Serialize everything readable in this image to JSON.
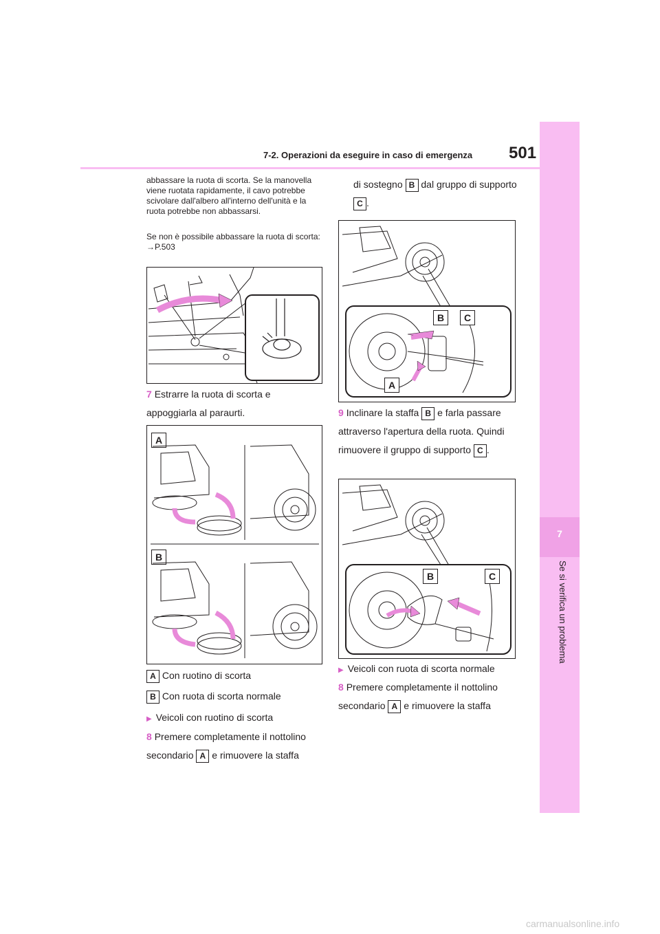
{
  "header": {
    "page_number": "501",
    "section": "7-2. Operazioni da eseguire in caso di emergenza"
  },
  "sidebar": {
    "chapter_number": "7",
    "chapter_title": "Se si verifica un problema"
  },
  "left_column": {
    "intro_text": "abbassare la ruota di scorta. Se la manovella viene ruotata rapidamente, il cavo potrebbe scivolare dall'albero all'interno dell'unità e la ruota potrebbe non abbassarsi.",
    "note_text": "Se non è possibile abbassare la ruota di scorta:",
    "note_ref": "→P.503",
    "step7_number": "7",
    "step7_text": "Estrarre la ruota di scorta e appoggiarla al paraurti.",
    "legend_a_letter": "A",
    "legend_a_text": "Con ruotino di scorta",
    "legend_b_letter": "B",
    "legend_b_text": "Con ruota di scorta normale",
    "bullet_text": "Veicoli con ruotino di scorta",
    "step8_number": "8",
    "step8_text_before": "Premere completamente il nottolino secondario",
    "step8_letter": "A",
    "step8_text_after": "e rimuovere la staffa",
    "fig2_label_a": "A",
    "fig2_label_b": "B"
  },
  "right_column": {
    "cont_text_before": "di sostegno",
    "cont_letter_b": "B",
    "cont_text_mid": "dal gruppo di supporto",
    "cont_letter_c": "C",
    "fig3_label_b": "B",
    "fig3_label_c": "C",
    "fig3_label_a": "A",
    "step9_number": "9",
    "step9_text_before": "Inclinare la staffa",
    "step9_letter_b": "B",
    "step9_text_mid": "e farla passare attraverso l'apertura della ruota. Quindi rimuovere il gruppo di supporto",
    "step9_letter_c": "C",
    "fig4_label_b": "B",
    "fig4_label_c": "C",
    "bullet_text": "Veicoli con ruota di scorta normale",
    "step8_number": "8",
    "step8_text_before": "Premere completamente il nottolino secondario",
    "step8_letter": "A",
    "step8_text_after": "e rimuovere la staffa"
  },
  "footer": {
    "watermark": "carmanualsonline.info"
  },
  "colors": {
    "accent_pink": "#f9bdf2",
    "accent_dark_pink": "#f0a2e6",
    "arrow_pink": "#e88ad9",
    "text": "#231f20"
  }
}
